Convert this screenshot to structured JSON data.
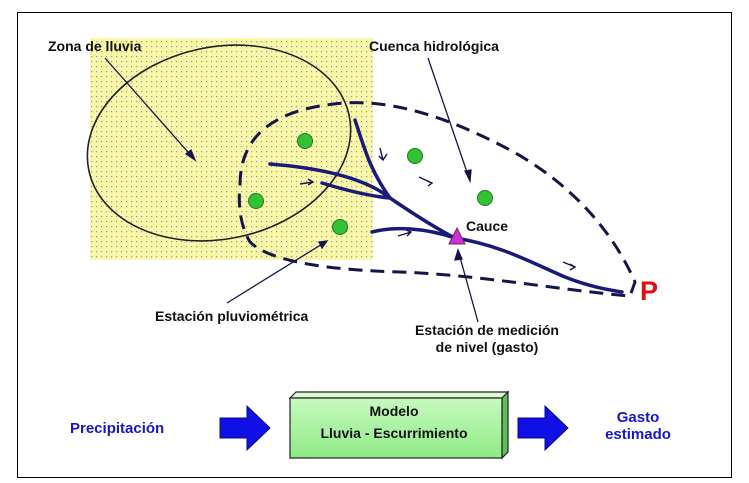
{
  "labels": {
    "zona_lluvia": "Zona de lluvia",
    "cuenca": "Cuenca hidrológica",
    "cauce": "Cauce",
    "estacion_pluvio": "Estación pluviométrica",
    "estacion_nivel_line1": "Estación de medición",
    "estacion_nivel_line2": "de nivel (gasto)",
    "outlet": "P"
  },
  "flow": {
    "input": "Precipitación",
    "model_line1": "Modelo",
    "model_line2": "Lluvia - Escurrimiento",
    "output_line1": "Gasto",
    "output_line2": "estimado"
  },
  "colors": {
    "rain_zone": "#f9f7a8",
    "rain_dots": "#9a9a9a",
    "station": "#33c233",
    "gauge": "#cc33cc",
    "river": "#1a1a7a",
    "arrow_blue": "#1010e6",
    "model_box": "#a8f5a0",
    "flow_text": "#1515d0",
    "outlet_text": "#e01010"
  }
}
